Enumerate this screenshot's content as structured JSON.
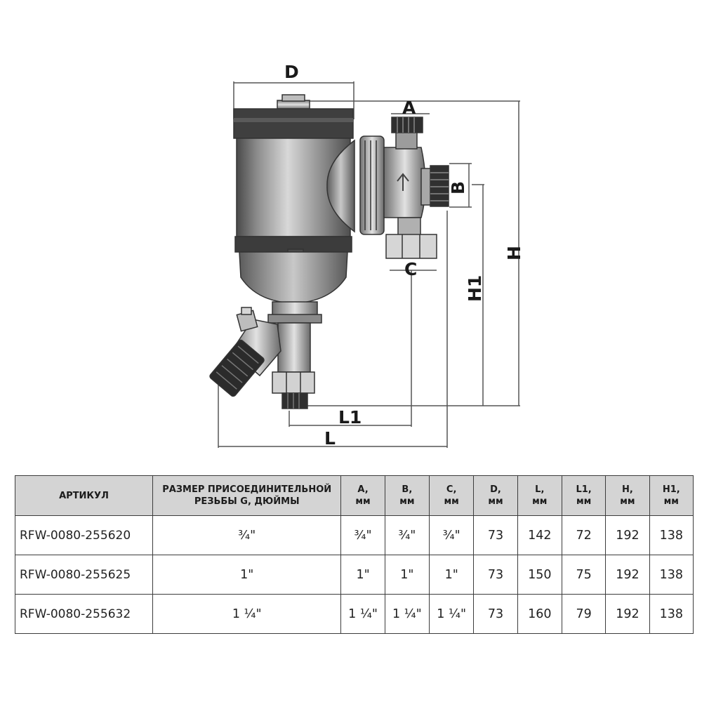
{
  "diagram": {
    "dimension_labels": {
      "D": "D",
      "A": "A",
      "B": "B",
      "C": "C",
      "H": "H",
      "H1": "H1",
      "L1": "L1",
      "L": "L"
    },
    "colors": {
      "line": "#3a3a3a",
      "body_dark": "#5a5a5a",
      "body_light": "#cfcfcf",
      "metal": "#9a9a9a"
    }
  },
  "table": {
    "headers": [
      {
        "line1": "АРТИКУЛ",
        "line2": ""
      },
      {
        "line1": "РАЗМЕР ПРИСОЕДИНИТЕЛЬНОЙ",
        "line2": "РЕЗЬБЫ G, ДЮЙМЫ"
      },
      {
        "line1": "A,",
        "line2": "мм"
      },
      {
        "line1": "B,",
        "line2": "мм"
      },
      {
        "line1": "C,",
        "line2": "мм"
      },
      {
        "line1": "D,",
        "line2": "мм"
      },
      {
        "line1": "L,",
        "line2": "мм"
      },
      {
        "line1": "L1,",
        "line2": "мм"
      },
      {
        "line1": "H,",
        "line2": "мм"
      },
      {
        "line1": "H1,",
        "line2": "мм"
      }
    ],
    "rows": [
      [
        "RFW-0080-255620",
        "¾\"",
        "¾\"",
        "¾\"",
        "¾\"",
        "73",
        "142",
        "72",
        "192",
        "138"
      ],
      [
        "RFW-0080-255625",
        "1\"",
        "1\"",
        "1\"",
        "1\"",
        "73",
        "150",
        "75",
        "192",
        "138"
      ],
      [
        "RFW-0080-255632",
        "1 ¼\"",
        "1 ¼\"",
        "1 ¼\"",
        "1 ¼\"",
        "73",
        "160",
        "79",
        "192",
        "138"
      ]
    ]
  }
}
